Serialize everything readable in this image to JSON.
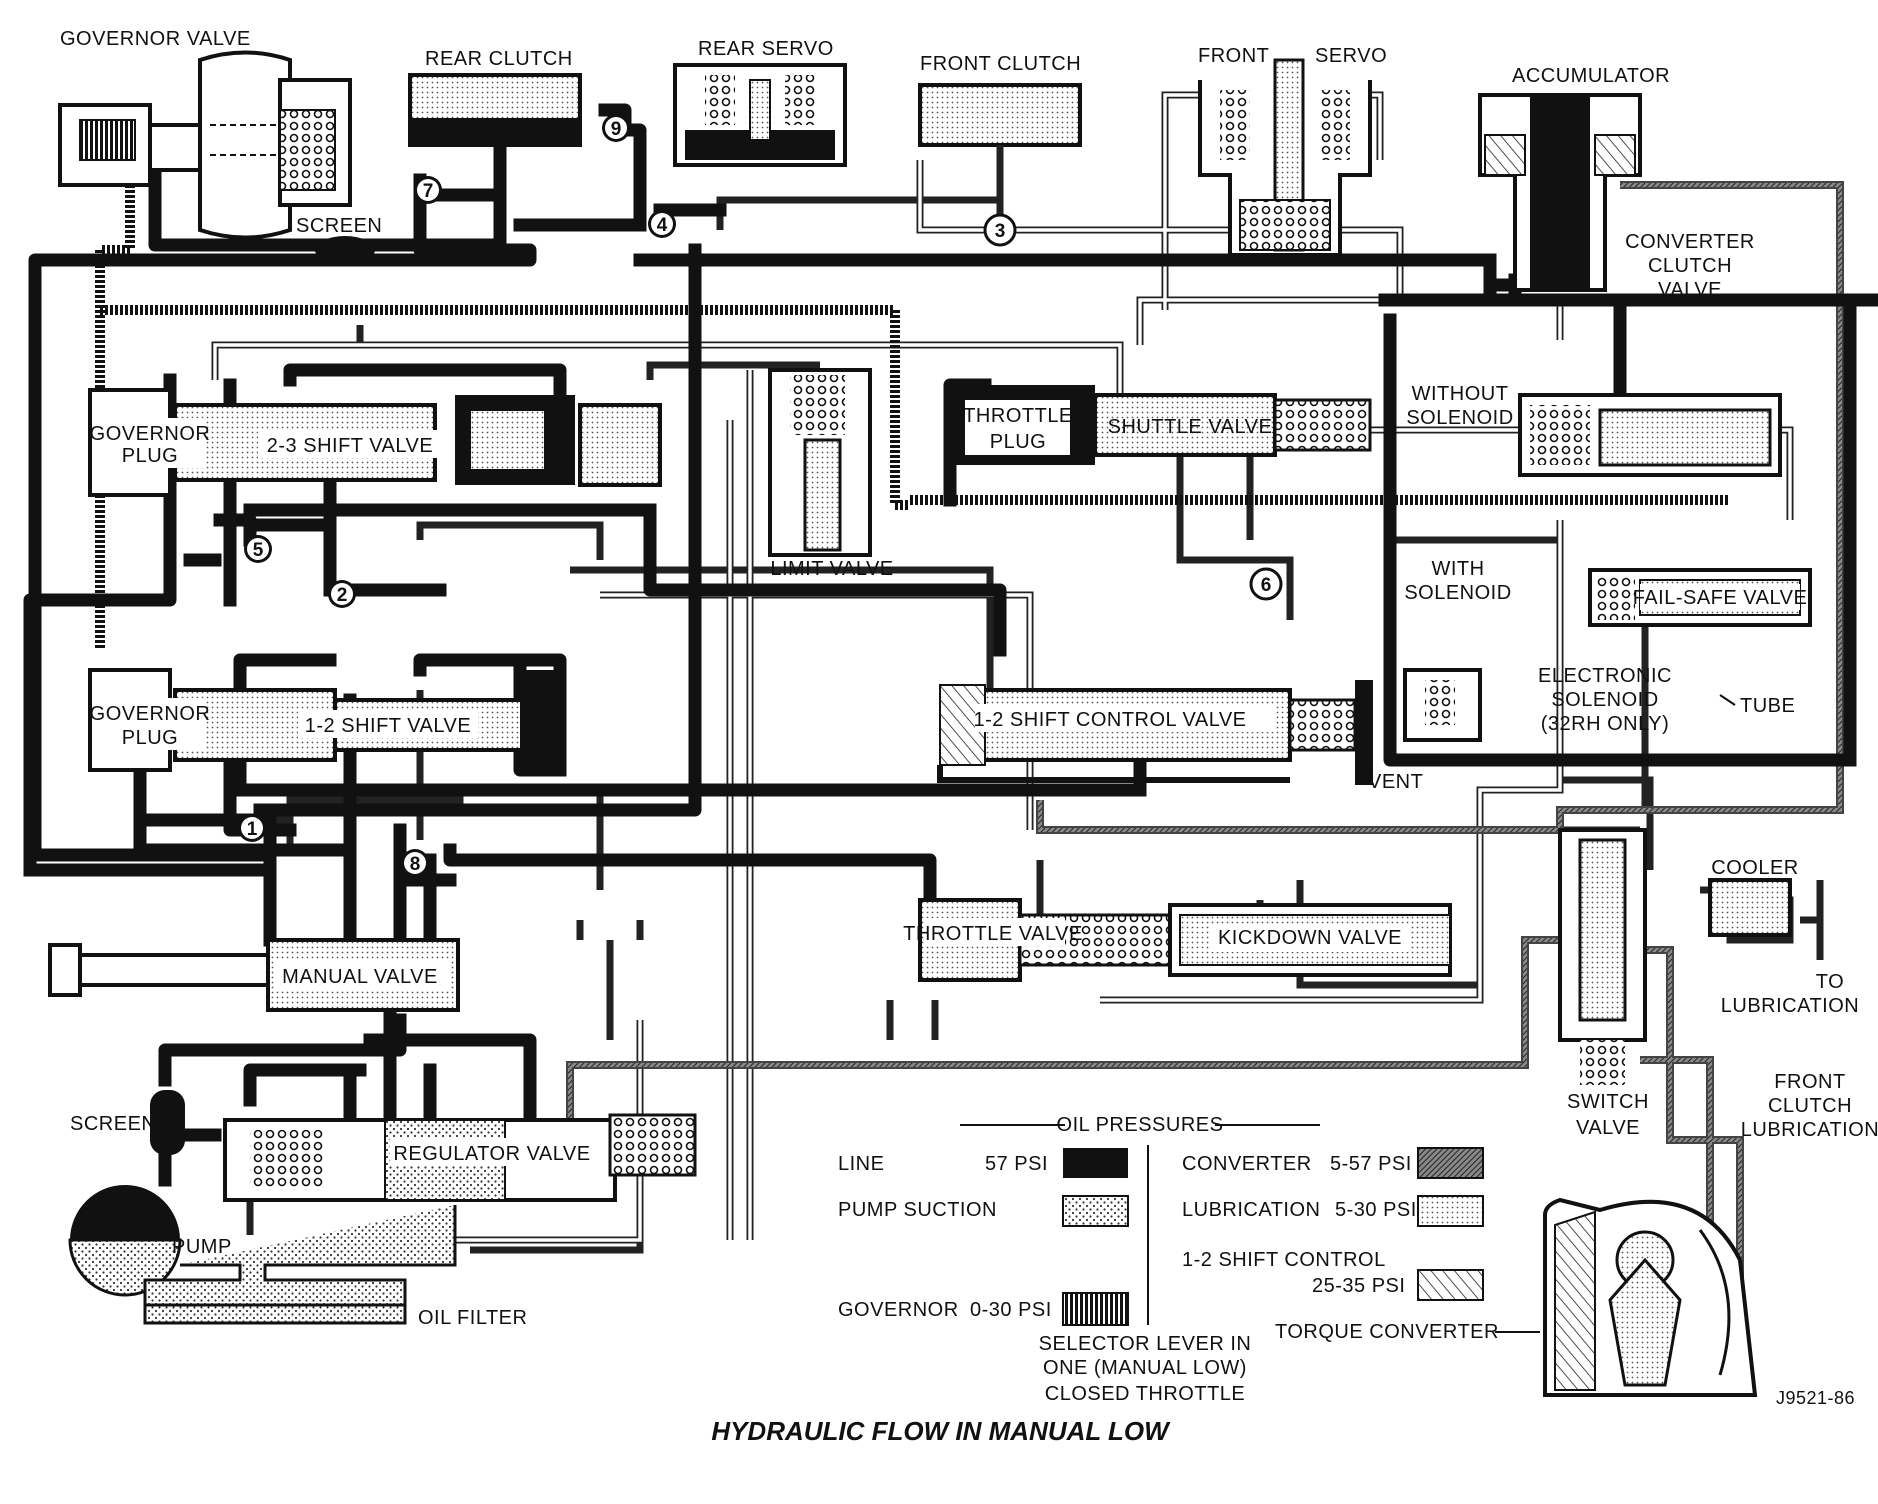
{
  "title": "HYDRAULIC FLOW IN MANUAL LOW",
  "figure_id": "J9521-86",
  "components": {
    "governor_valve": "GOVERNOR VALVE",
    "rear_clutch": "REAR CLUTCH",
    "rear_servo": "REAR SERVO",
    "front_clutch": "FRONT CLUTCH",
    "front_servo_1": "FRONT",
    "front_servo_2": "SERVO",
    "accumulator": "ACCUMULATOR",
    "converter_clutch_valve": [
      "CONVERTER",
      "CLUTCH",
      "VALVE"
    ],
    "screen_top": "SCREEN",
    "governor_plug_1": [
      "GOVERNOR",
      "PLUG"
    ],
    "shift_23": "2-3 SHIFT VALVE",
    "limit_valve": "LIMIT VALVE",
    "throttle_plug": [
      "THROTTLE",
      "PLUG"
    ],
    "shuttle_valve": "SHUTTLE VALVE",
    "without_solenoid": [
      "WITHOUT",
      "SOLENOID"
    ],
    "with_solenoid": [
      "WITH",
      "SOLENOID"
    ],
    "fail_safe_valve": "FAIL-SAFE VALVE",
    "electronic_solenoid": [
      "ELECTRONIC",
      "SOLENOID",
      "(32RH ONLY)"
    ],
    "tube": "TUBE",
    "governor_plug_2": [
      "GOVERNOR",
      "PLUG"
    ],
    "shift_12": "1-2 SHIFT VALVE",
    "shift_control_12": "1-2 SHIFT CONTROL VALVE",
    "vent": "VENT",
    "throttle_valve": "THROTTLE VALVE",
    "kickdown_valve": "KICKDOWN VALVE",
    "cooler": "COOLER",
    "to_lubrication": [
      "TO",
      "LUBRICATION"
    ],
    "manual_valve": "MANUAL VALVE",
    "screen_bottom": "SCREEN",
    "regulator_valve": "REGULATOR VALVE",
    "pump": "PUMP",
    "oil_filter": "OIL FILTER",
    "switch_valve": [
      "SWITCH",
      "VALVE"
    ],
    "front_clutch_lubrication": [
      "FRONT",
      "CLUTCH",
      "LUBRICATION"
    ],
    "torque_converter": "TORQUE CONVERTER"
  },
  "circuit_numbers": [
    "1",
    "2",
    "3",
    "4",
    "5",
    "6",
    "7",
    "8",
    "9"
  ],
  "legend": {
    "heading": "OIL PRESSURES",
    "line": {
      "label": "LINE",
      "value": "57 PSI"
    },
    "pump_suction": {
      "label": "PUMP SUCTION"
    },
    "governor": {
      "label": "GOVERNOR",
      "value": "0-30 PSI"
    },
    "converter": {
      "label": "CONVERTER",
      "value": "5-57 PSI"
    },
    "lubrication": {
      "label": "LUBRICATION",
      "value": "5-30 PSI"
    },
    "shift_control": {
      "label": "1-2 SHIFT CONTROL",
      "value": "25-35 PSI"
    }
  },
  "condition": [
    "SELECTOR LEVER IN",
    "ONE (MANUAL LOW)",
    "CLOSED THROTTLE"
  ]
}
